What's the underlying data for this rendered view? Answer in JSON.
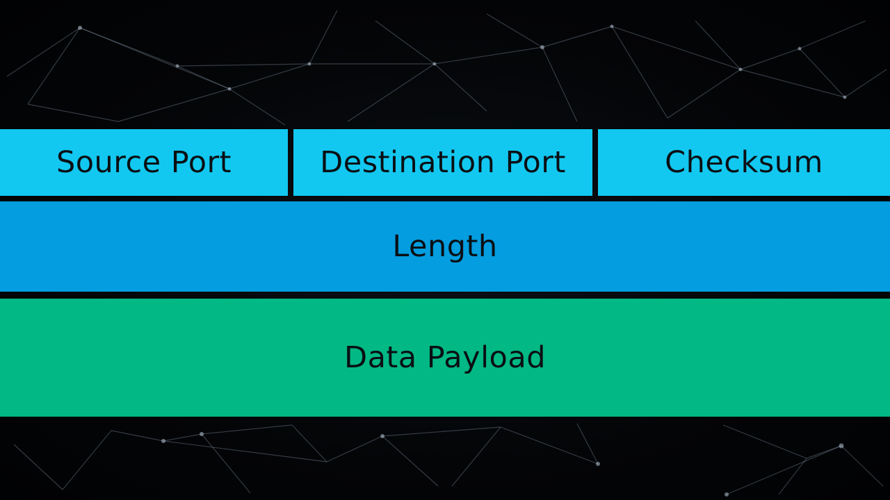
{
  "diagram": {
    "fields": {
      "source_port": "Source Port",
      "destination_port": "Destination Port",
      "checksum": "Checksum",
      "length": "Length",
      "data_payload": "Data Payload"
    },
    "colors": {
      "header_fields": "#12c8f0",
      "length_field": "#039de0",
      "payload_field": "#02b884",
      "text": "#0a0f14",
      "background": "#020305",
      "network_lines": "#8fa4b8"
    }
  }
}
